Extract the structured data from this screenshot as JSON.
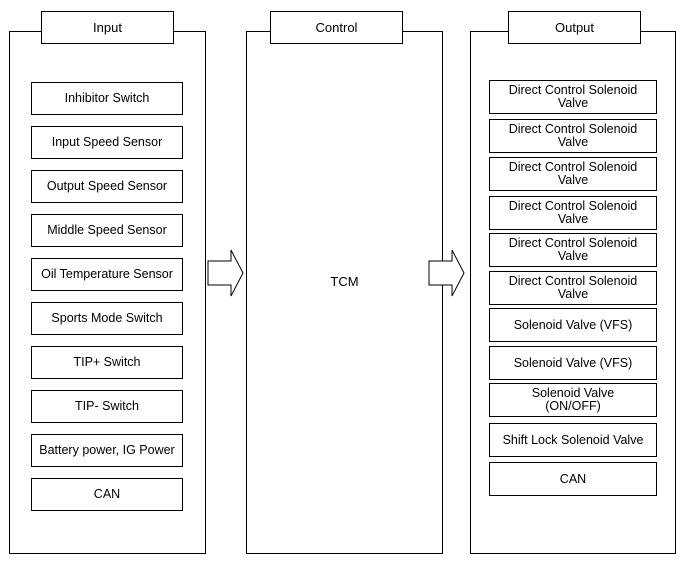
{
  "input": {
    "header": "Input",
    "items": [
      "Inhibitor Switch",
      "Input Speed Sensor",
      "Output Speed Sensor",
      "Middle Speed Sensor",
      "Oil Temperature Sensor",
      "Sports Mode Switch",
      "TIP+ Switch",
      "TIP- Switch",
      "Battery power, IG Power",
      "CAN"
    ]
  },
  "control": {
    "header": "Control",
    "label": "TCM"
  },
  "output": {
    "header": "Output",
    "items": [
      "Direct Control Solenoid Valve",
      "Direct Control Solenoid Valve",
      "Direct Control Solenoid Valve",
      "Direct Control Solenoid Valve",
      "Direct Control Solenoid Valve",
      "Direct Control Solenoid Valve",
      "Solenoid Valve (VFS)",
      "Solenoid Valve (VFS)",
      "Solenoid Valve\n(ON/OFF)",
      "Shift Lock Solenoid Valve",
      "CAN"
    ]
  }
}
